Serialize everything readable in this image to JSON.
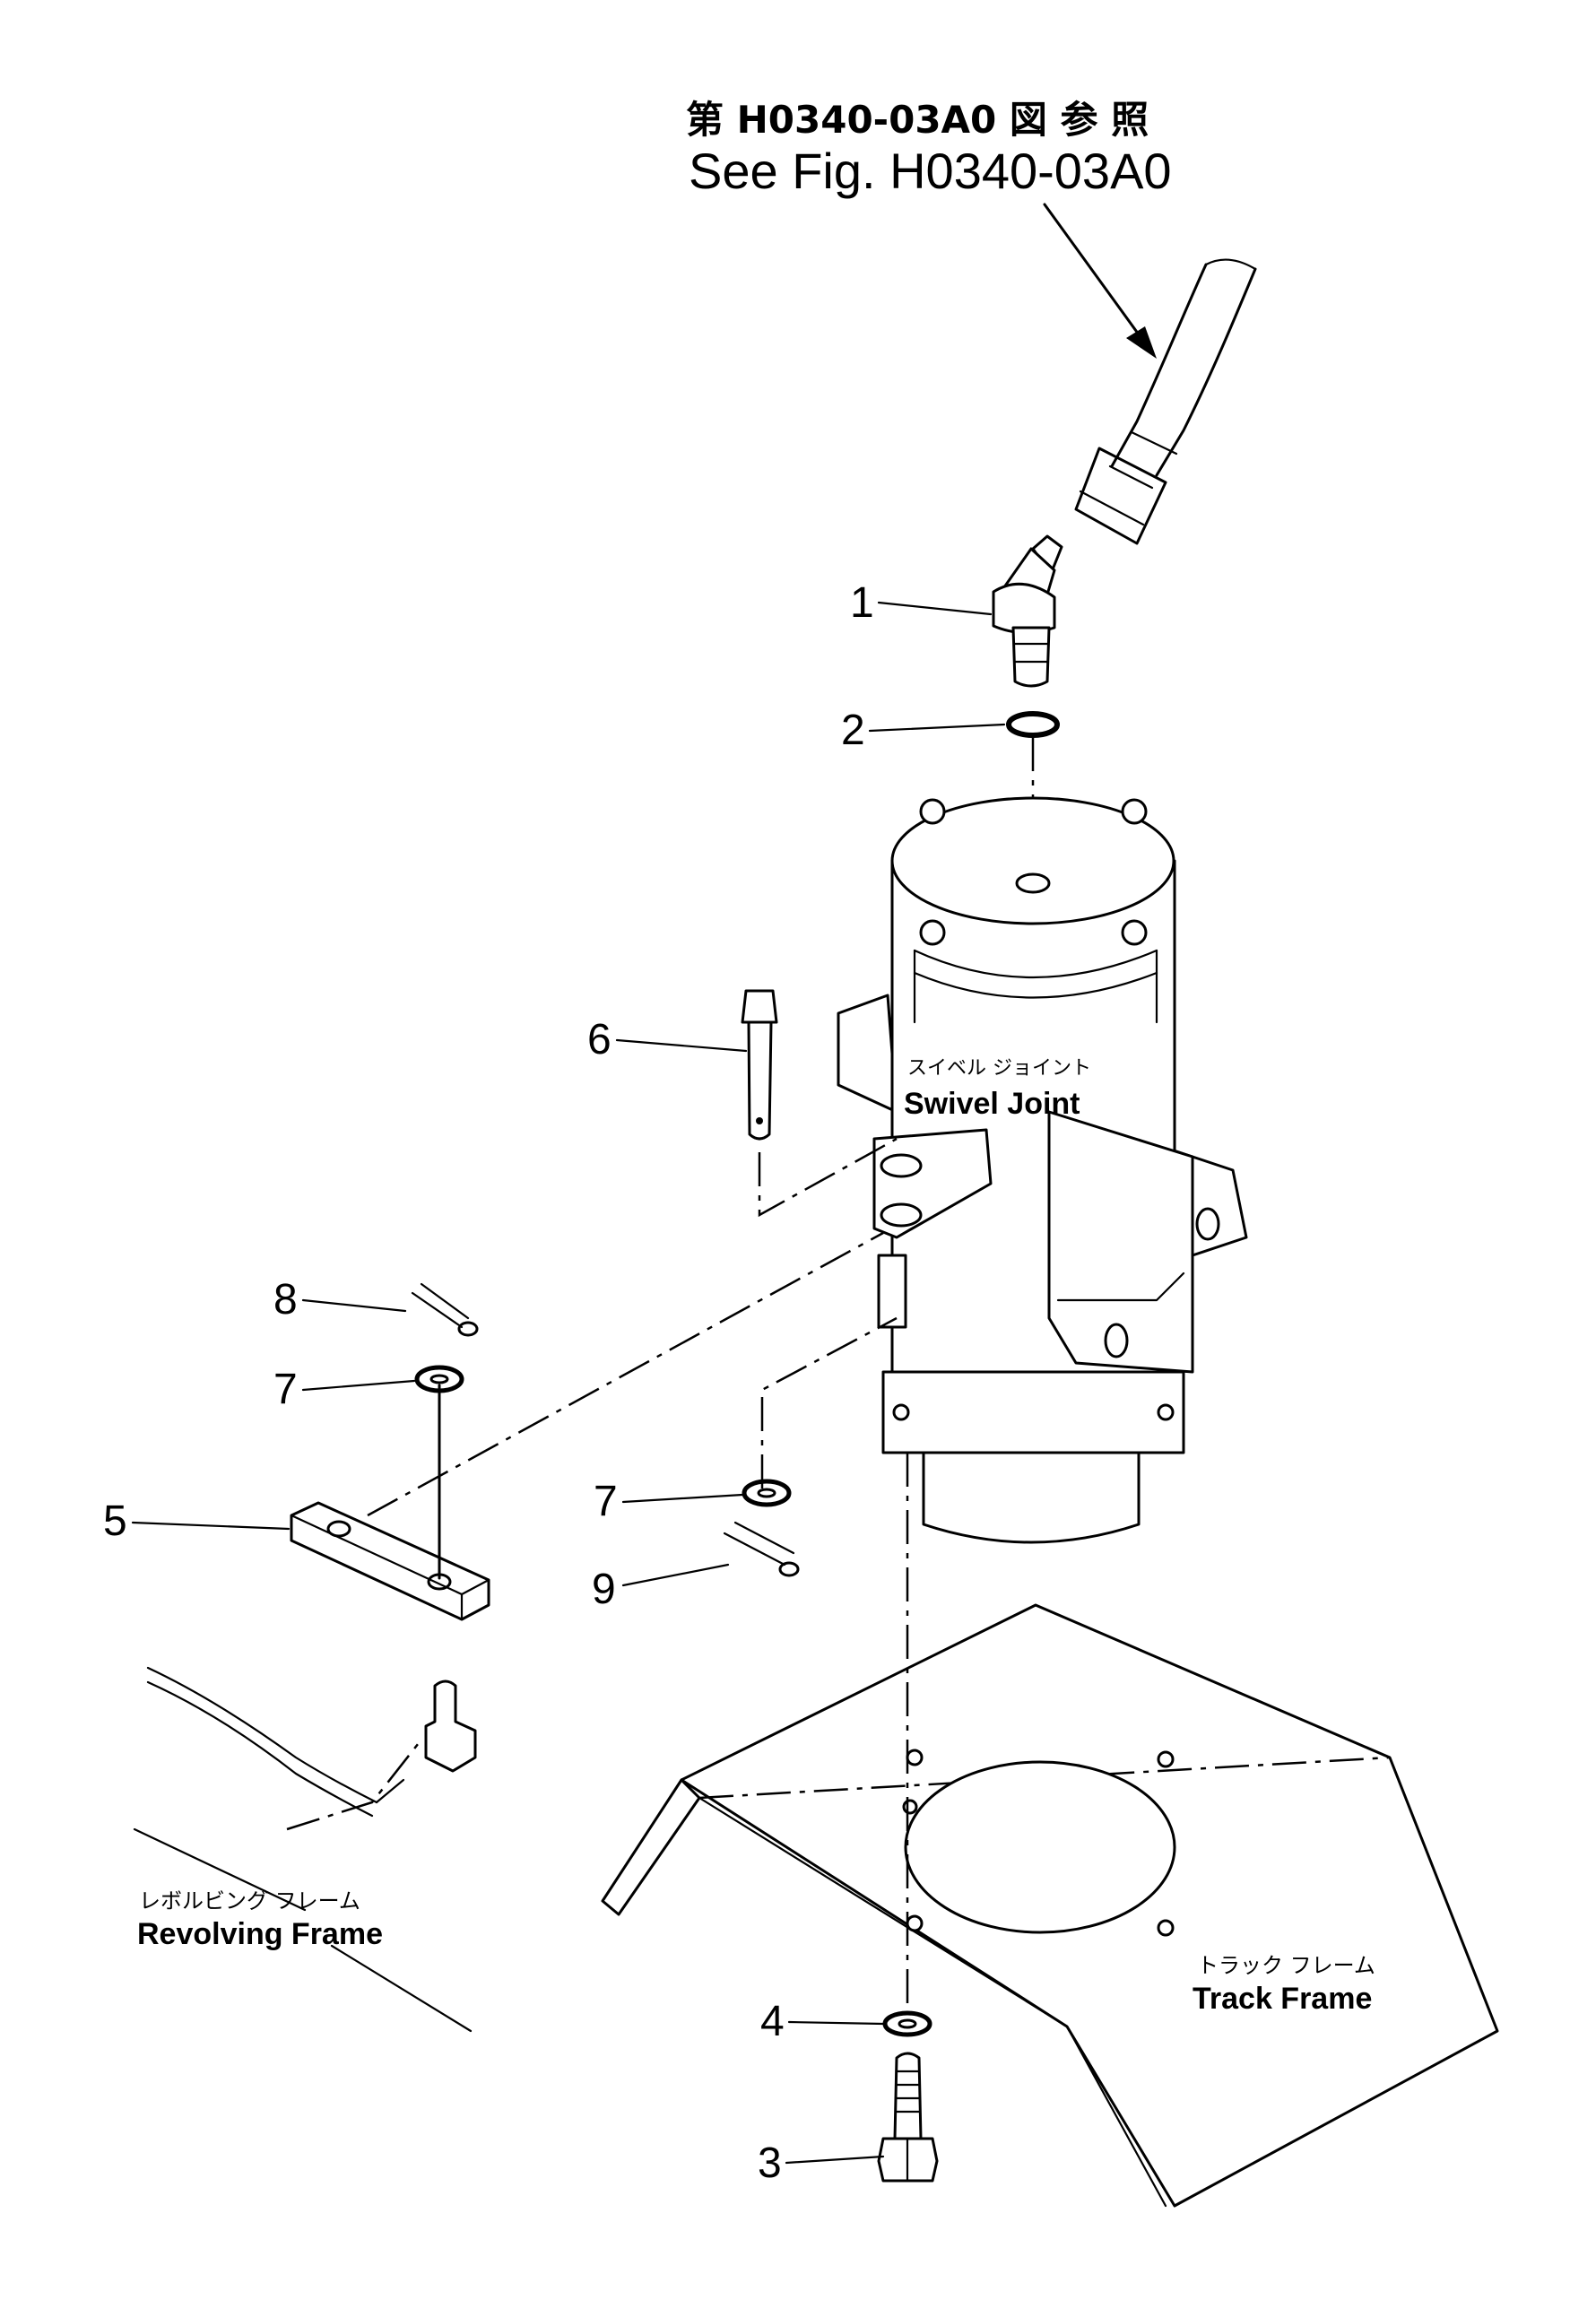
{
  "header": {
    "ref_jp": "第 H0340-03A0 図 参 照",
    "ref_en": "See Fig. H0340-03A0"
  },
  "components": {
    "swivel_joint_jp": "スイベル ジョイント",
    "swivel_joint_en": "Swivel Joint",
    "revolving_frame_jp": "レボルビング フレーム",
    "revolving_frame_en": "Revolving Frame",
    "track_frame_jp": "トラック フレーム",
    "track_frame_en": "Track Frame"
  },
  "callouts": [
    "1",
    "2",
    "3",
    "4",
    "5",
    "6",
    "7",
    "7",
    "8",
    "9"
  ]
}
